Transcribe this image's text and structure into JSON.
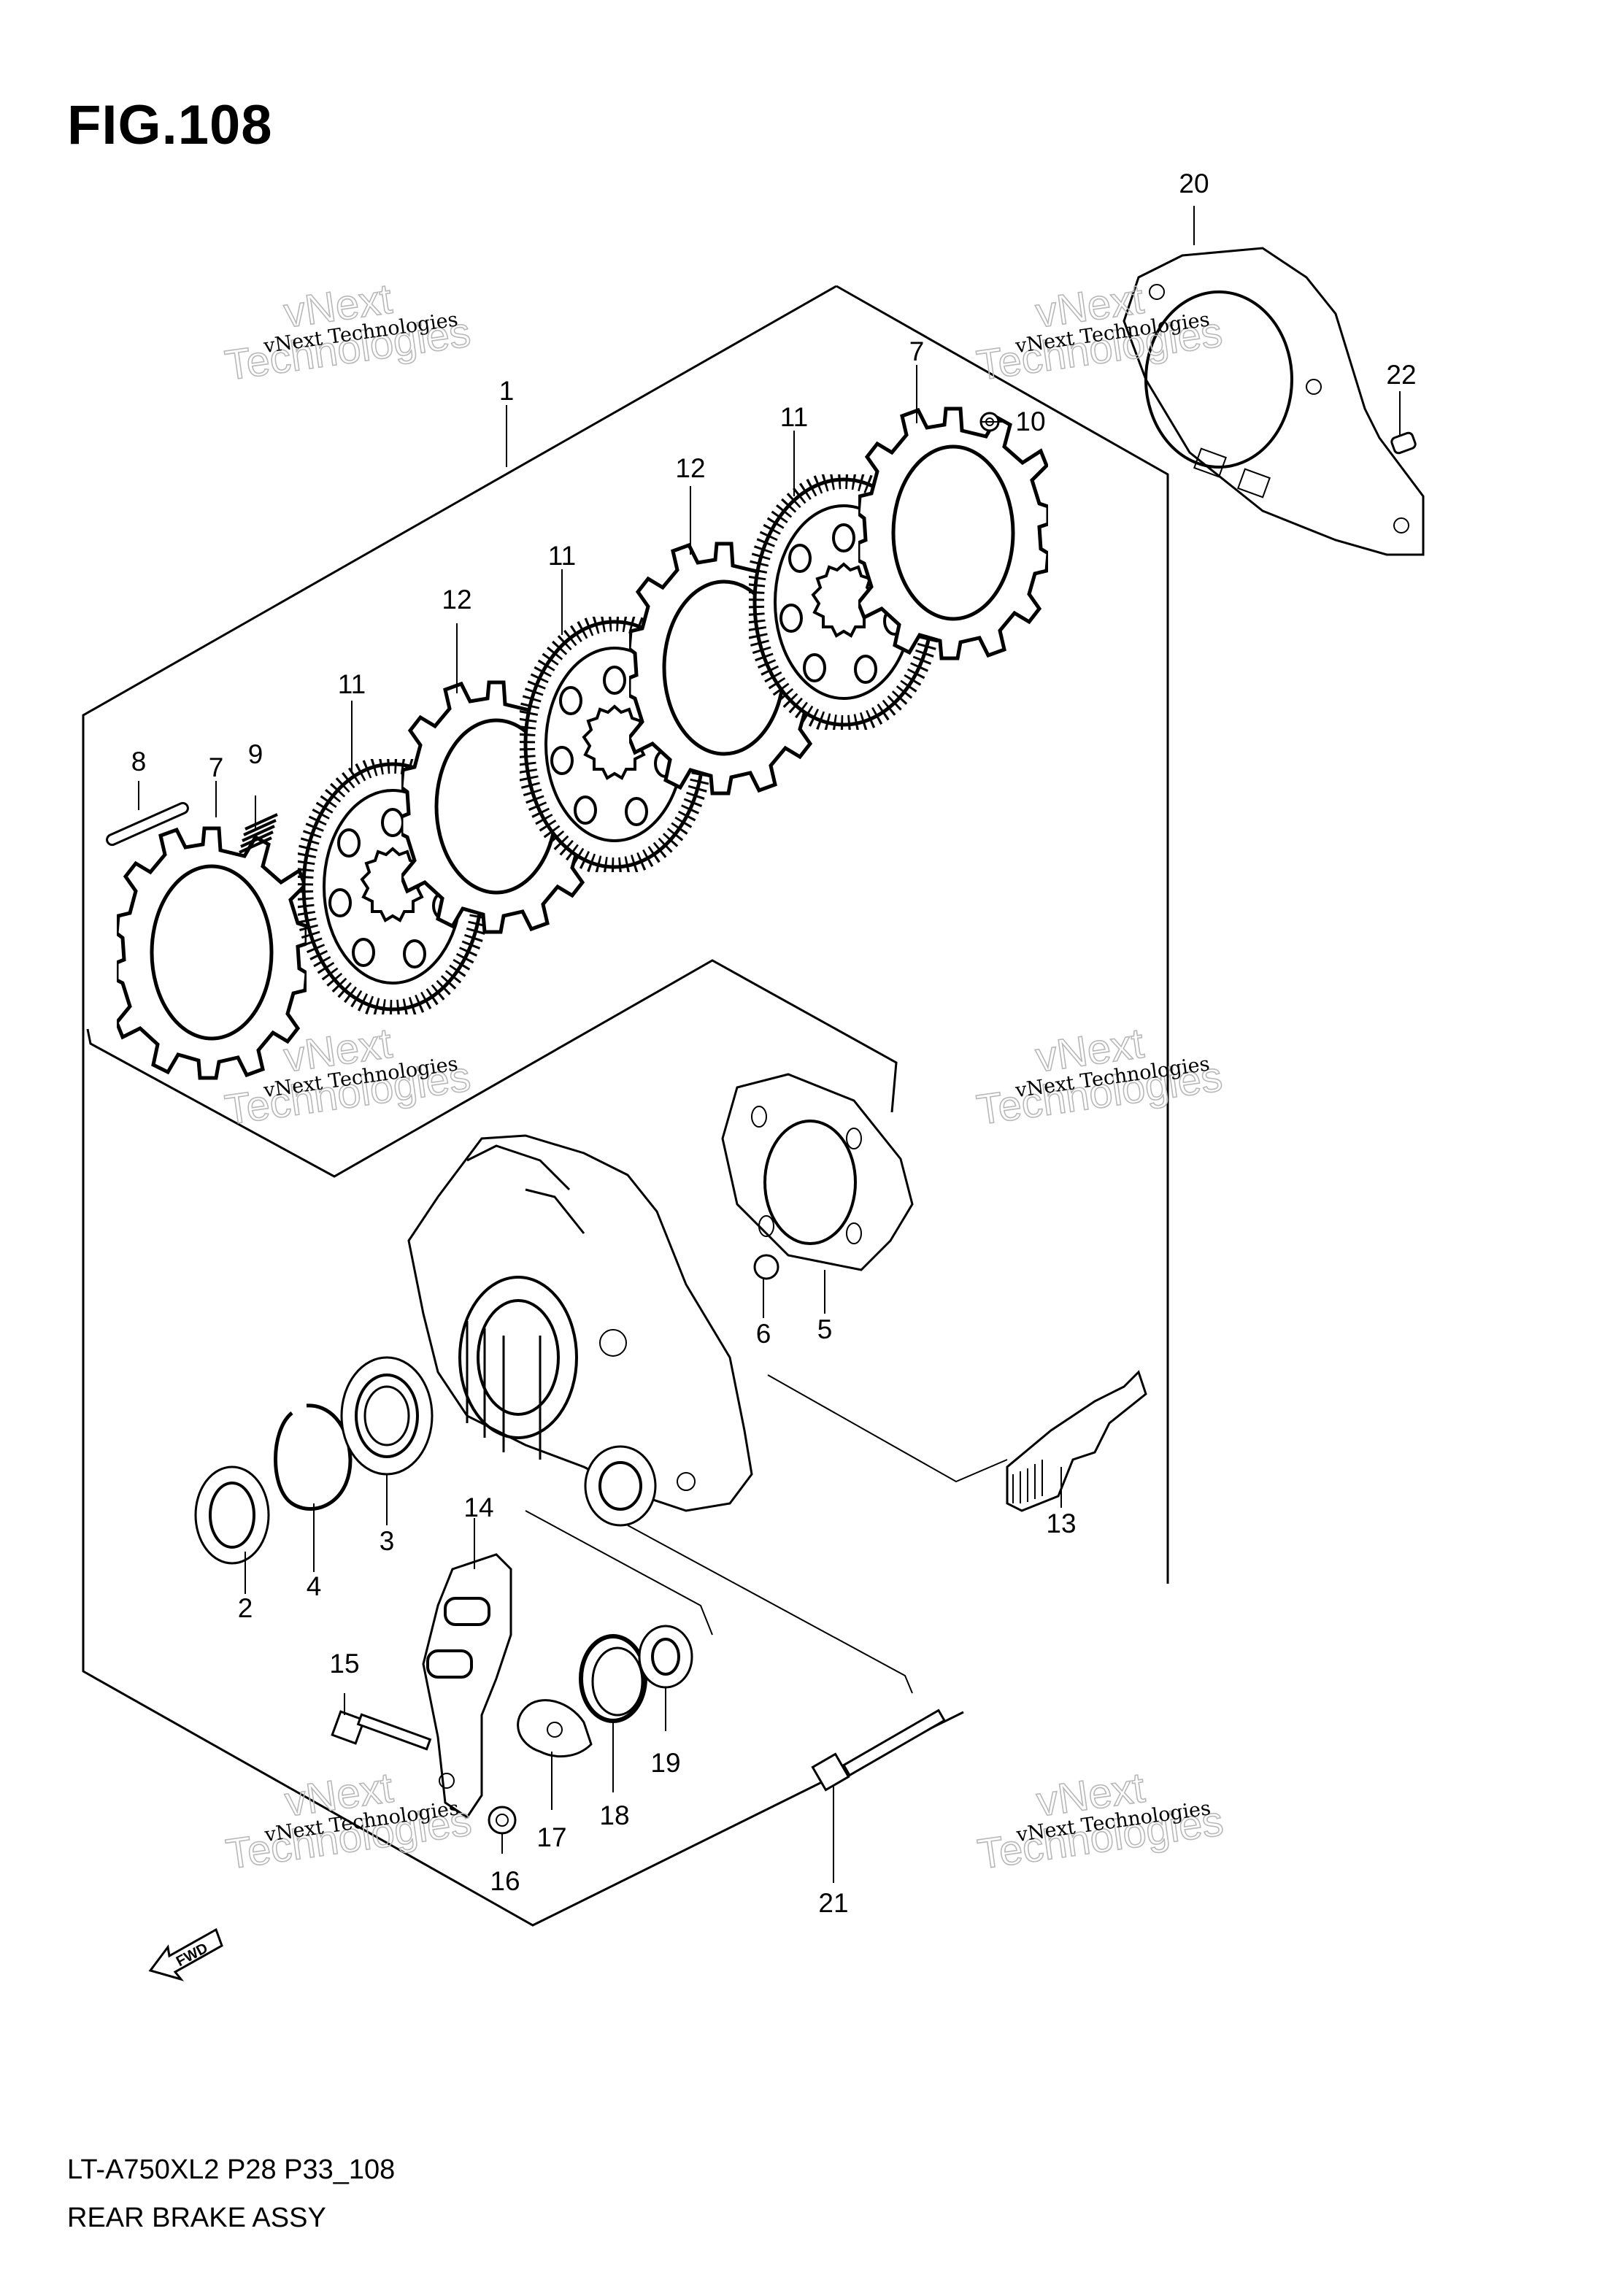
{
  "figure": {
    "title": "FIG.108"
  },
  "footer": {
    "model": "LT-A750XL2 P28 P33_108",
    "caption": "REAR BRAKE ASSY"
  },
  "watermark": {
    "line1": "vNext Technologies",
    "line2_a": "vNext",
    "line2_b": "Technologies"
  },
  "fwd_label": "FWD",
  "callouts": [
    {
      "id": "1",
      "label": "1"
    },
    {
      "id": "2",
      "label": "2"
    },
    {
      "id": "3",
      "label": "3"
    },
    {
      "id": "4",
      "label": "4"
    },
    {
      "id": "5",
      "label": "5"
    },
    {
      "id": "6",
      "label": "6"
    },
    {
      "id": "7a",
      "label": "7"
    },
    {
      "id": "7b",
      "label": "7"
    },
    {
      "id": "8",
      "label": "8"
    },
    {
      "id": "9",
      "label": "9"
    },
    {
      "id": "10",
      "label": "10"
    },
    {
      "id": "11a",
      "label": "11"
    },
    {
      "id": "11b",
      "label": "11"
    },
    {
      "id": "11c",
      "label": "11"
    },
    {
      "id": "12a",
      "label": "12"
    },
    {
      "id": "12b",
      "label": "12"
    },
    {
      "id": "13",
      "label": "13"
    },
    {
      "id": "14",
      "label": "14"
    },
    {
      "id": "15",
      "label": "15"
    },
    {
      "id": "16",
      "label": "16"
    },
    {
      "id": "17",
      "label": "17"
    },
    {
      "id": "18",
      "label": "18"
    },
    {
      "id": "19",
      "label": "19"
    },
    {
      "id": "20",
      "label": "20"
    },
    {
      "id": "21",
      "label": "21"
    },
    {
      "id": "22",
      "label": "22"
    }
  ]
}
